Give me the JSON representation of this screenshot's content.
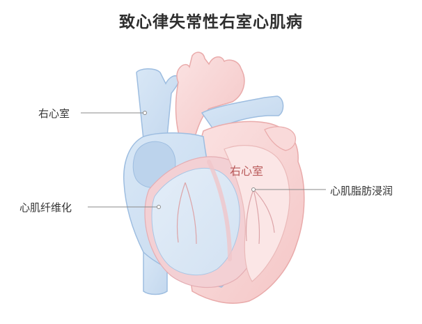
{
  "title": "致心律失常性右室心肌病",
  "labels": {
    "right_ventricle_left": "右心室",
    "myocardial_fibrosis": "心肌纤维化",
    "right_ventricle_inner": "右心室",
    "fatty_infiltration": "心肌脂肪浸润"
  },
  "colors": {
    "blue_fill": "#cfe0f2",
    "blue_stroke": "#9dbde0",
    "pink_fill": "#f7d4d4",
    "pink_stroke": "#e9aaaa",
    "leader_line": "#8a8a8a"
  }
}
